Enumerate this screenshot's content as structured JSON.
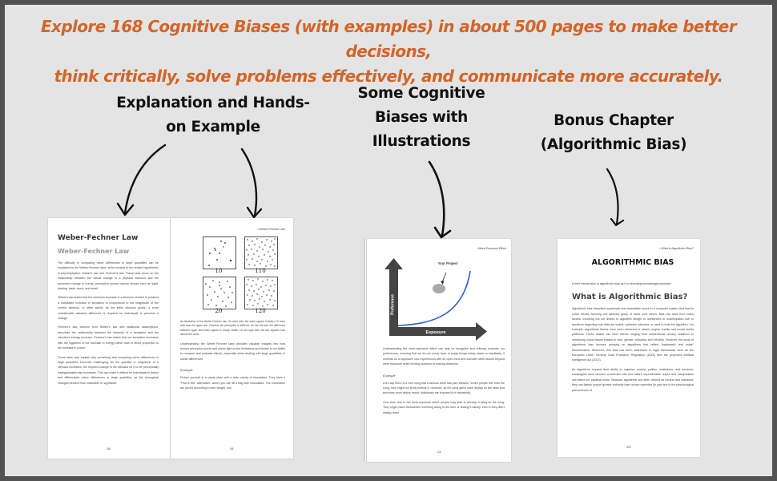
{
  "headline": {
    "line1": "Explore 168 Cognitive Biases (with examples) in about 500 pages to make better decisions,",
    "line2": "think critically, solve problems effectively, and communicate more accurately.",
    "color": "#d2652a"
  },
  "sections": [
    {
      "label_line1": "Explanation and Hands-",
      "label_line2": "on Example"
    },
    {
      "label_line1": "Some Cognitive",
      "label_line2": "Biases with",
      "label_line3": "Illustrations"
    },
    {
      "label_line1": "Bonus Chapter",
      "label_line2": "(Algorithmic Bias)"
    }
  ],
  "spread": {
    "left_page": {
      "title": "Weber-Fechner Law",
      "subtitle": "Weber-Fechner Law",
      "paragraphs": [
        "The difficulty in comparing minor differences in large quantities can be explained by the Weber-Fechner laws, which consist of two related hypotheses in psychophysics: Weber's law and Fechner's law. These laws focus on the relationship between the actual change in a physical stimulus and the perceived change in human perception across various senses such as sight, hearing, taste, touch, and smell.",
        "Weber's law states that the minimum increase in a stimulus needed to produce a noticeable increase in sensation is proportional to the magnitude of the current stimulus. In other words, as the initial stimulus grows, a more considerable absolute difference is required for individuals to perceive a change.",
        "Fechner's law, derived from Weber's law with additional assumptions, describes the relationship between the intensity of a sensation and the stimulus's energy increase. Fechner's law states that our sensation increases with the logarithm of the increase in energy rather than in direct proportion to the increase in power.",
        "These laws help explain why perceiving and comparing minor differences in large quantities becomes challenging. As the quantity or magnitude of a stimulus increases, the required change in the stimulus for it to be perceptually distinguishable also increases. This can make it difficult for individuals to detect and differentiate minor differences in large quantities as the perceptual changes become less noticeable or significant."
      ],
      "page_number": "60"
    },
    "right_page": {
      "running_head": "Weber-Fechner Law",
      "figure_labels": [
        "10",
        "110",
        "20",
        "120"
      ],
      "caption": "An illustration of the Weber-Fechner law. On each side, the lower square contains 10 more dots than the upper one. However the perception is different: On the left side, the difference between upper and lower square is clearly visible. On the right side, the two squares look almost the same.",
      "paragraphs": [
        "Understanding the Weber-Fechner laws provides valuable insights into how human perception works and sheds light on the limitations and biases in our ability to compare and evaluate stimuli, especially when dealing with large quantities or subtle differences."
      ],
      "example_label": "Example",
      "example_text": "Picture yourself in a candy store with a wide variety of chocolates. They have a \"Pick & Mix\" alternative, where you can fill a bag with chocolates. The chocolates are priced according to their weight, and",
      "page_number": "61"
    }
  },
  "mere_exposure_page": {
    "running_head": "Mere Exposure Effect",
    "chart_labels": {
      "y_axis": "Preference",
      "x_axis": "Exposure",
      "marker": "Your Project"
    },
    "paragraphs": [
      "Understanding the mere-exposure effect can help us recognize and critically evaluate our preferences, ensuring that we do not overly favor or judge things solely based on familiarity. It reminds us to approach new experiences with an open mind and consider other factors beyond mere exposure when forming opinions or making decisions."
    ],
    "example_label": "Example",
    "example_paragraphs": [
      "Let's say there is a new song that a famous artist has just released. When people first hear the song, they might not firmly believe it. However, as the song gains more airplay on the radio and becomes more widely heard, individuals are exposed to it repeatedly.",
      "Over time, due to the mere-exposure effect, people may start to develop a liking for the song. They might catch themselves humming along to the tune or finding it catchy, even if they didn't initially react"
    ],
    "page_number": "13"
  },
  "algorithmic_page": {
    "running_head": "What is Algorithmic Bias?",
    "title": "ALGORITHMIC BIAS",
    "intro": "A brief introduction to algorithmic bias as it is becoming increasingly important.",
    "heading": "What is Algorithmic Bias?",
    "paragraphs": [
      "Algorithmic bias describes systematic and repeatable errors in a computer system that lead to unfair results, favoring one arbitrary group of users over others. Bias can arise from many factors, including but not limited to algorithm design or unintended or unanticipated use or decisions regarding how data are coded, collected, selected, or used to train the algorithm. For example, algorithmic biases have been observed in search engine results and social media platforms. These biases can have effects ranging from unintentional privacy violations to reinforcing social biases related to race, gender, sexuality, and ethnicity. However, the study of algorithmic bias focuses primarily on algorithms that reflect \"systematic and unfair\" discrimination. Moreover, this bias has been addressed in legal frameworks such as the European Union General Data Protection Regulation (2018) and the proposed Artificial Intelligence Act (2021).",
      "As algorithms expand their ability to organize society, politics, institutions, and behavior, sociologists have become concerned with how data's unpredictable output and manipulation can affect the physical world. Because algorithms are often viewed as neutral and unbiased, they can falsely purport greater authority than human expertise (in part due to the psychological phenomenon of"
    ],
    "page_number": "437"
  }
}
